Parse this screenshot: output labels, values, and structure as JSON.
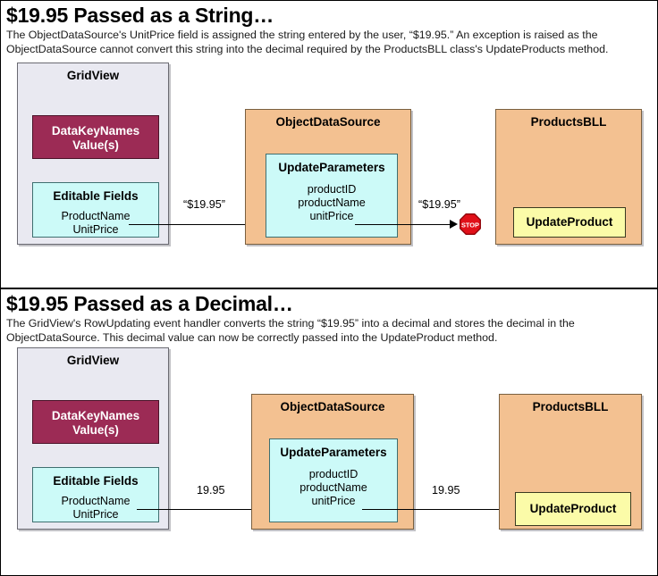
{
  "colors": {
    "gridview_fill": "#e9e9f1",
    "datakey_fill": "#9c2b55",
    "cyan_fill": "#ccfaf8",
    "orange_fill": "#f3c191",
    "yellow_fill": "#fbfba8",
    "stop_red": "#e11019",
    "border": "#000000"
  },
  "sections": [
    {
      "heading": "$19.95 Passed as a String…",
      "description": "The ObjectDataSource's UnitPrice field is assigned the string entered by the user, “$19.95.” An exception is raised as the ObjectDataSource cannot convert this string into the decimal required by the ProductsBLL class's UpdateProducts method.",
      "diagram": {
        "gridview": {
          "title": "GridView",
          "datakeynames": {
            "line1": "DataKeyNames",
            "line2": "Value(s)"
          },
          "editable_fields": {
            "title": "Editable Fields",
            "fields": "ProductName\nUnitPrice"
          }
        },
        "objectdatasource": {
          "title": "ObjectDataSource",
          "update_parameters": {
            "title": "UpdateParameters",
            "fields": "productID\nproductName\nunitPrice"
          }
        },
        "productsbll": {
          "title": "ProductsBLL",
          "method": "UpdateProduct"
        },
        "edges": {
          "gridview_to_ods_label": "“$19.95”",
          "ods_to_bll_label": "“$19.95”"
        },
        "stop_sign": {
          "label": "STOP",
          "visible": true
        }
      }
    },
    {
      "heading": "$19.95 Passed as a Decimal…",
      "description": "The GridView's RowUpdating event handler converts the string “$19.95” into a decimal and stores the decimal in the ObjectDataSource. This decimal value can now be correctly passed into the UpdateProduct method.",
      "diagram": {
        "gridview": {
          "title": "GridView",
          "datakeynames": {
            "line1": "DataKeyNames",
            "line2": "Value(s)"
          },
          "editable_fields": {
            "title": "Editable Fields",
            "fields": "ProductName\nUnitPrice"
          }
        },
        "objectdatasource": {
          "title": "ObjectDataSource",
          "update_parameters": {
            "title": "UpdateParameters",
            "fields": "productID\nproductName\nunitPrice"
          }
        },
        "productsbll": {
          "title": "ProductsBLL",
          "method": "UpdateProduct"
        },
        "edges": {
          "gridview_to_ods_label": "19.95",
          "ods_to_bll_label": "19.95"
        },
        "stop_sign": {
          "label": "STOP",
          "visible": false
        }
      }
    }
  ]
}
